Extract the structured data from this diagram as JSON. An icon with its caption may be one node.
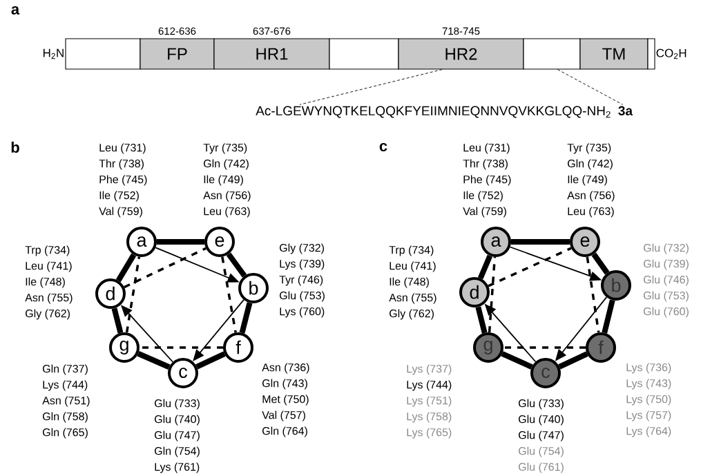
{
  "diagram": {
    "nodes": [
      {
        "text": [],
        "shape": "box",
        "beside": [
          "H$_{2}$N"
        ]
      },
      {
        "text": [
          "FP"
        ],
        "beside": [
          "612-636"
        ]
      },
      {
        "text": [
          "HR1"
        ],
        "beside": [
          "637-676"
        ]
      },
      {
        "text": [],
        "shape": "box"
      },
      {
        "text": [
          "HR2"
        ],
        "beside": [
          "718-745"
        ]
      },
      {
        "text": [],
        "shape": "box"
      },
      {
        "text": [
          "TM"
        ]
      },
      {
        "text": [],
        "shape": "box",
        "beside": [
          "CO$_{2}$H"
        ]
      },
      {
        "text": [
          "Ac-LGEWYNQTKELQQKFYEIIMNIEQNNVQVKKGLQQ-NH$_{2}$",
          "3a"
        ]
      },
      {
        "text": [
          "a"
        ],
        "beside": [
          "Leu (731)",
          "Thr (738)",
          "Phe (745)",
          "Ile (752)",
          "Val (759)"
        ]
      },
      {
        "text": [
          "e"
        ],
        "beside": [
          "Tyr (735)",
          "Gln (742)",
          "Ile (749)",
          "Asn (756)",
          "Leu (763)"
        ]
      },
      {
        "text": [
          "d"
        ],
        "beside": [
          "Trp (734)",
          "Leu (741)",
          "Ile (748)",
          "Asn (755)",
          "Gly (762)"
        ]
      },
      {
        "text": [
          "b"
        ],
        "beside": [
          "Gly (732)",
          "Lys (739)",
          "Tyr (746)",
          "Glu (753)",
          "Lys (760)"
        ]
      },
      {
        "text": [
          "g"
        ],
        "beside": [
          "Gln (737)",
          "Lys (744)",
          "Asn (751)",
          "Gln (758)",
          "Gln (765)"
        ]
      },
      {
        "text": [
          "f"
        ],
        "beside": [
          "Asn (736)",
          "Gln (743)",
          "Met (750)",
          "Val (757)",
          "Gln (764)"
        ]
      },
      {
        "text": [
          "c"
        ],
        "beside": [
          "Glu (733)",
          "Glu (740)",
          "Glu (747)",
          "Gln (754)",
          "Lys (761)"
        ]
      },
      {
        "text": [
          "a"
        ],
        "beside": [
          "Leu (731)",
          "Thr (738)",
          "Phe (745)",
          "Ile (752)",
          "Val (759)"
        ]
      },
      {
        "text": [
          "e"
        ],
        "beside": [
          "Tyr (735)",
          "Gln (742)",
          "Ile (749)",
          "Asn (756)",
          "Leu (763)"
        ]
      },
      {
        "text": [
          "d"
        ],
        "beside": [
          "Trp (734)",
          "Leu (741)",
          "Ile (748)",
          "Asn (755)",
          "Gly (762)"
        ]
      },
      {
        "text": [
          "b"
        ],
        "beside": [
          "Glu (732)",
          "Glu (739)",
          "Glu (746)",
          "Glu (753)",
          "Glu (760)"
        ]
      },
      {
        "text": [
          "g"
        ],
        "beside": [
          "Lys (737)",
          "Lys (744)",
          "Lys (751)",
          "Lys (758)",
          "Lys (765)"
        ]
      },
      {
        "text": [
          "f"
        ],
        "beside": [
          "Lys (736)",
          "Lys (743)",
          "Lys (750)",
          "Lys (757)",
          "Lys (764)"
        ]
      },
      {
        "text": [
          "c"
        ],
        "beside": [
          "Glu (733)",
          "Glu (740)",
          "Glu (747)",
          "Glu (754)",
          "Glu (761)"
        ]
      }
    ],
    "edges": [
      {
        "from": 4,
        "to": 8,
        "arrow": "none",
        "style": "dashed"
      },
      {
        "from": 5,
        "to": 8,
        "arrow": "none",
        "style": "dashed"
      },
      {
        "from": 9,
        "to": 10,
        "arrow": "none",
        "style": "thick"
      },
      {
        "from": 10,
        "to": 12,
        "arrow": "none",
        "style": "thick"
      },
      {
        "from": 12,
        "to": 14,
        "arrow": "none",
        "style": "thick"
      },
      {
        "from": 14,
        "to": 15,
        "arrow": "none",
        "style": "thick"
      },
      {
        "from": 15,
        "to": 13,
        "arrow": "none",
        "style": "thick"
      },
      {
        "from": 13,
        "to": 11,
        "arrow": "none",
        "style": "thick"
      },
      {
        "from": 11,
        "to": 9,
        "arrow": "none",
        "style": "thick"
      },
      {
        "from": 9,
        "to": 12,
        "arrow": "to"
      },
      {
        "from": 12,
        "to": 15,
        "arrow": "to"
      },
      {
        "from": 15,
        "to": 11,
        "arrow": "to"
      },
      {
        "from": 11,
        "to": 10,
        "arrow": "none",
        "style": "dashed"
      },
      {
        "from": 10,
        "to": 14,
        "arrow": "none",
        "style": "dashed"
      },
      {
        "from": 14,
        "to": 13,
        "arrow": "none",
        "style": "dashed"
      },
      {
        "from": 13,
        "to": 9,
        "arrow": "none",
        "style": "dashed"
      },
      {
        "from": 16,
        "to": 17,
        "arrow": "none",
        "style": "thick"
      },
      {
        "from": 17,
        "to": 19,
        "arrow": "none",
        "style": "thick"
      },
      {
        "from": 19,
        "to": 21,
        "arrow": "none",
        "style": "thick"
      },
      {
        "from": 21,
        "to": 22,
        "arrow": "none",
        "style": "thick"
      },
      {
        "from": 22,
        "to": 20,
        "arrow": "none",
        "style": "thick"
      },
      {
        "from": 20,
        "to": 18,
        "arrow": "none",
        "style": "thick"
      },
      {
        "from": 18,
        "to": 16,
        "arrow": "none",
        "style": "thick"
      },
      {
        "from": 16,
        "to": 19,
        "arrow": "to"
      },
      {
        "from": 19,
        "to": 22,
        "arrow": "to"
      },
      {
        "from": 22,
        "to": 18,
        "arrow": "to"
      },
      {
        "from": 18,
        "to": 17,
        "arrow": "none",
        "style": "dashed"
      },
      {
        "from": 17,
        "to": 21,
        "arrow": "none",
        "style": "dashed"
      },
      {
        "from": 21,
        "to": 20,
        "arrow": "none",
        "style": "dashed"
      },
      {
        "from": 20,
        "to": 16,
        "arrow": "none",
        "style": "dashed"
      }
    ],
    "labels": [
      "a",
      "b",
      "c"
    ]
  }
}
